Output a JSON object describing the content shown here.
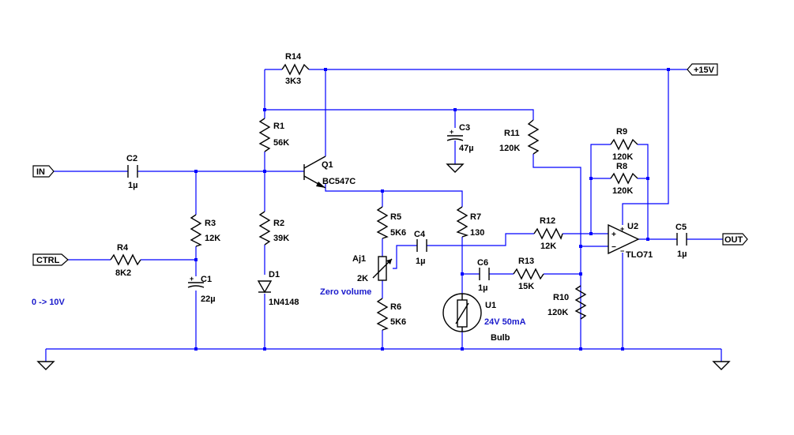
{
  "ports": {
    "in": "IN",
    "ctrl": "CTRL",
    "out": "OUT",
    "vcc": "+15V"
  },
  "notes": {
    "ctrl_range": "0 -> 10V",
    "zero_volume": "Zero volume",
    "bulb_rating": "24V 50mA",
    "bulb_label": "Bulb"
  },
  "components": {
    "R14": {
      "ref": "R14",
      "value": "3K3"
    },
    "R1": {
      "ref": "R1",
      "value": "56K"
    },
    "R2": {
      "ref": "R2",
      "value": "39K"
    },
    "R3": {
      "ref": "R3",
      "value": "12K"
    },
    "R4": {
      "ref": "R4",
      "value": "8K2"
    },
    "R5": {
      "ref": "R5",
      "value": "5K6"
    },
    "R6": {
      "ref": "R6",
      "value": "5K6"
    },
    "R7": {
      "ref": "R7",
      "value": "130"
    },
    "R8": {
      "ref": "R8",
      "value": "120K"
    },
    "R9": {
      "ref": "R9",
      "value": "120K"
    },
    "R10": {
      "ref": "R10",
      "value": "120K"
    },
    "R11": {
      "ref": "R11",
      "value": "120K"
    },
    "R12": {
      "ref": "R12",
      "value": "12K"
    },
    "R13": {
      "ref": "R13",
      "value": "15K"
    },
    "C1": {
      "ref": "C1",
      "value": "22µ"
    },
    "C2": {
      "ref": "C2",
      "value": "1µ"
    },
    "C3": {
      "ref": "C3",
      "value": "47µ"
    },
    "C4": {
      "ref": "C4",
      "value": "1µ"
    },
    "C5": {
      "ref": "C5",
      "value": "1µ"
    },
    "C6": {
      "ref": "C6",
      "value": "1µ"
    },
    "D1": {
      "ref": "D1",
      "value": "1N4148"
    },
    "Q1": {
      "ref": "Q1",
      "value": "BC547C"
    },
    "Aj1": {
      "ref": "Aj1",
      "value": "2K"
    },
    "U1": {
      "ref": "U1"
    },
    "U2": {
      "ref": "U2",
      "value": "TLO71"
    }
  }
}
